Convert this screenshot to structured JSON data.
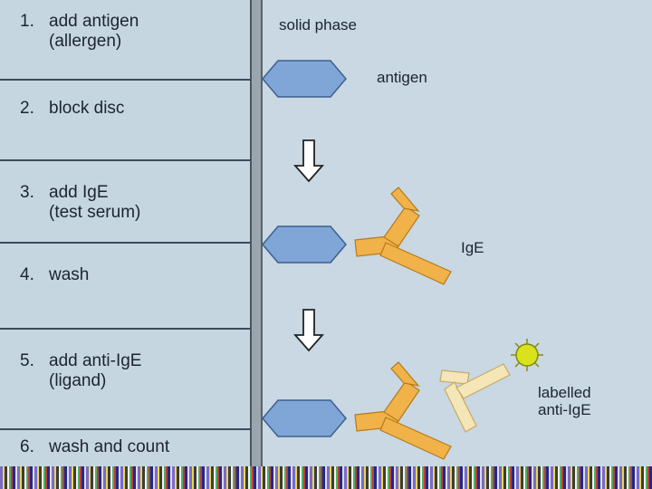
{
  "steps": [
    {
      "num": "1.",
      "text": "add antigen",
      "sub": "(allergen)"
    },
    {
      "num": "2.",
      "text": "block disc",
      "sub": ""
    },
    {
      "num": "3.",
      "text": "add IgE",
      "sub": "(test serum)"
    },
    {
      "num": "4.",
      "text": "wash",
      "sub": ""
    },
    {
      "num": "5.",
      "text": "add anti-IgE",
      "sub": "(ligand)"
    },
    {
      "num": "6.",
      "text": "wash and count",
      "sub": ""
    }
  ],
  "labels": {
    "solid_phase": "solid phase",
    "antigen": "antigen",
    "ige": "IgE",
    "labelled_line1": "labelled",
    "labelled_line2": "anti-IgE"
  },
  "colors": {
    "antigen": "#7fa6d6",
    "ige": "#f1b24a",
    "anti_ige": "#f5e6b8",
    "label_dot": "#d9e21a",
    "panel": "#c5d6e1"
  }
}
